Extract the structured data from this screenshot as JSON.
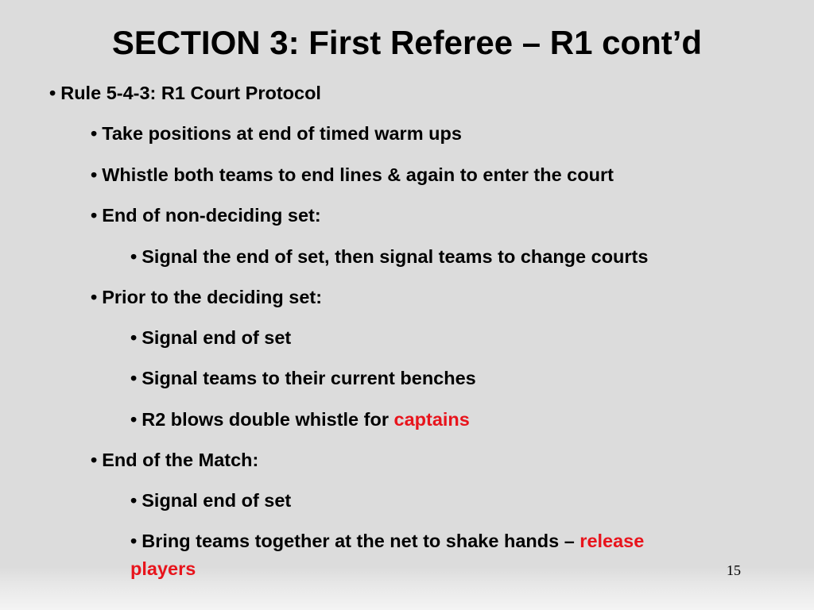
{
  "slide": {
    "title": "SECTION 3: First Referee – R1 cont’d",
    "bullet_char": "•",
    "items": [
      {
        "text": "Rule 5-4-3: R1 Court Protocol"
      },
      {
        "text": "Take positions at end of timed warm ups"
      },
      {
        "text": "Whistle both teams to end lines & again to enter the court"
      },
      {
        "text": "End of non-deciding set:"
      },
      {
        "text": "Signal the end of set, then signal teams to change courts"
      },
      {
        "text": "Prior to the deciding set:"
      },
      {
        "text": "Signal end of set"
      },
      {
        "text": "Signal teams to their current benches"
      },
      {
        "text": "R2 blows double whistle for ",
        "highlight": "captains"
      },
      {
        "text": "End of the Match:"
      },
      {
        "text": "Signal end of set"
      },
      {
        "text": "Bring teams together at the net to shake hands – ",
        "highlight": "release",
        "highlight_line2": "players"
      }
    ],
    "page_number": "15",
    "colors": {
      "background": "#dcdcdc",
      "text": "#000000",
      "highlight": "#e8141c"
    }
  }
}
